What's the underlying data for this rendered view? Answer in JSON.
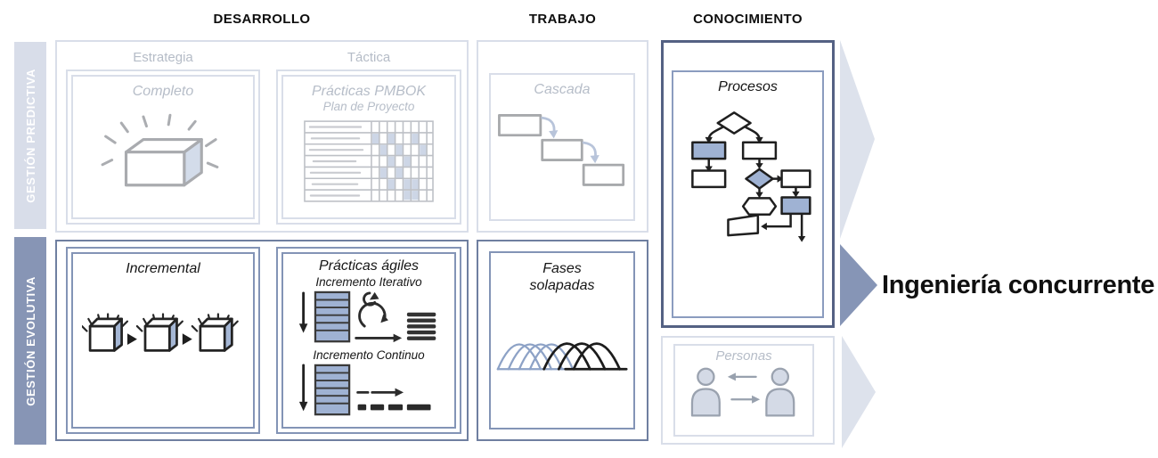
{
  "headers": {
    "desarrollo": "DESARROLLO",
    "trabajo": "TRABAJO",
    "conocimiento": "CONOCIMIENTO"
  },
  "rows": {
    "predictiva": "GESTIÓN PREDICTIVA",
    "evolutiva": "GESTIÓN EVOLUTIVA"
  },
  "desarrollo": {
    "estrategia_label": "Estrategia",
    "tactica_label": "Táctica",
    "completo_title": "Completo",
    "pmbok_title": "Prácticas PMBOK",
    "pmbok_subtitle": "Plan de Proyecto",
    "incremental_title": "Incremental",
    "agiles_title": "Prácticas ágiles",
    "iterativo_label": "Incremento Iterativo",
    "continuo_label": "Incremento Continuo"
  },
  "trabajo": {
    "cascada_title": "Cascada",
    "fases_title": "Fases solapadas"
  },
  "conocimiento": {
    "procesos_title": "Procesos",
    "personas_title": "Personas"
  },
  "result": "Ingeniería concurrente",
  "colors": {
    "light_border": "#d9dee9",
    "dark_border": "#8394b6",
    "dark_outer": "#6f7fa0",
    "conocimiento_outer": "#546183",
    "bar_predictiva": "#d8dde9",
    "bar_evolutiva": "#8795b5",
    "chevron_light": "#dde2ec",
    "chevron_dark": "#8695b6",
    "drawing_blue_fill": "#9fb2d3",
    "inactive_text": "#b6bdc8",
    "active_text": "#161616"
  },
  "icons": [
    "complete-box-icon",
    "gantt-chart-icon",
    "waterfall-icon",
    "flowchart-icon",
    "incremental-boxes-icon",
    "iterative-increment-icon",
    "continuous-increment-icon",
    "overlapping-phases-icon",
    "people-collaboration-icon",
    "chevron-right-top-icon",
    "chevron-right-middle-icon",
    "chevron-right-bottom-icon"
  ]
}
